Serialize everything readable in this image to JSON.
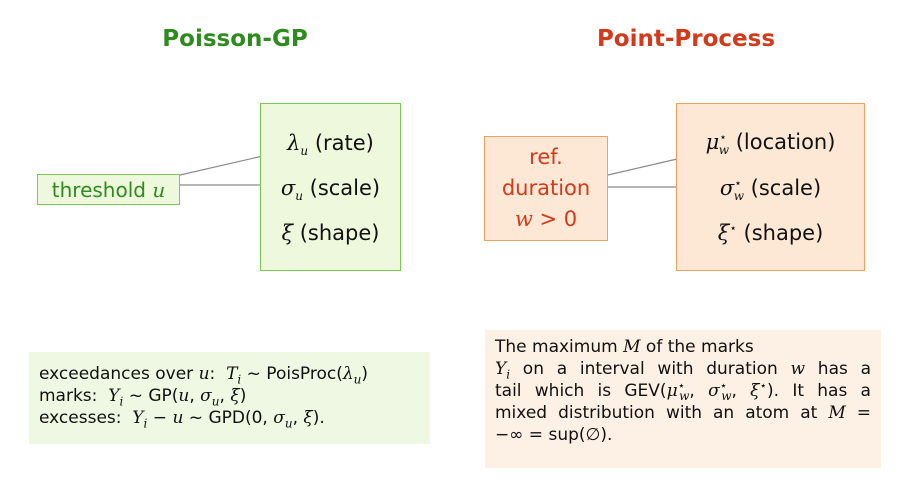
{
  "titles": {
    "left": "Poisson-GP",
    "right": "Point-Process"
  },
  "poisson_gp": {
    "input_label": "threshold u",
    "params": [
      "λu (rate)",
      "σu (scale)",
      "ξ (shape)"
    ],
    "note_lines": [
      "exceedances over u: Ti ~ PoisProc(λu)",
      "marks: Yi ~ GP(u, σu, ξ)",
      "excesses: Yi − u ~ GPD(0, σu, ξ)."
    ]
  },
  "point_process": {
    "input_label": [
      "ref.",
      "duration",
      "w > 0"
    ],
    "params": [
      "μ⋆w (location)",
      "σ⋆w (scale)",
      "ξ⋆ (shape)"
    ],
    "note_text": "The maximum M of the marks Yi on a interval with duration w has a tail which is GEV(μ⋆w, σ⋆w, ξ⋆). It has a mixed distribution with an atom at M = −∞ = sup(∅)."
  },
  "colors": {
    "green_text": "#2e8b1e",
    "red_text": "#d23a1a",
    "green_fill": "#edf8dc",
    "green_border": "#7cc850",
    "orange_fill": "#fde8d5",
    "orange_border": "#f0a060",
    "arrow": "#8a8a8a"
  }
}
